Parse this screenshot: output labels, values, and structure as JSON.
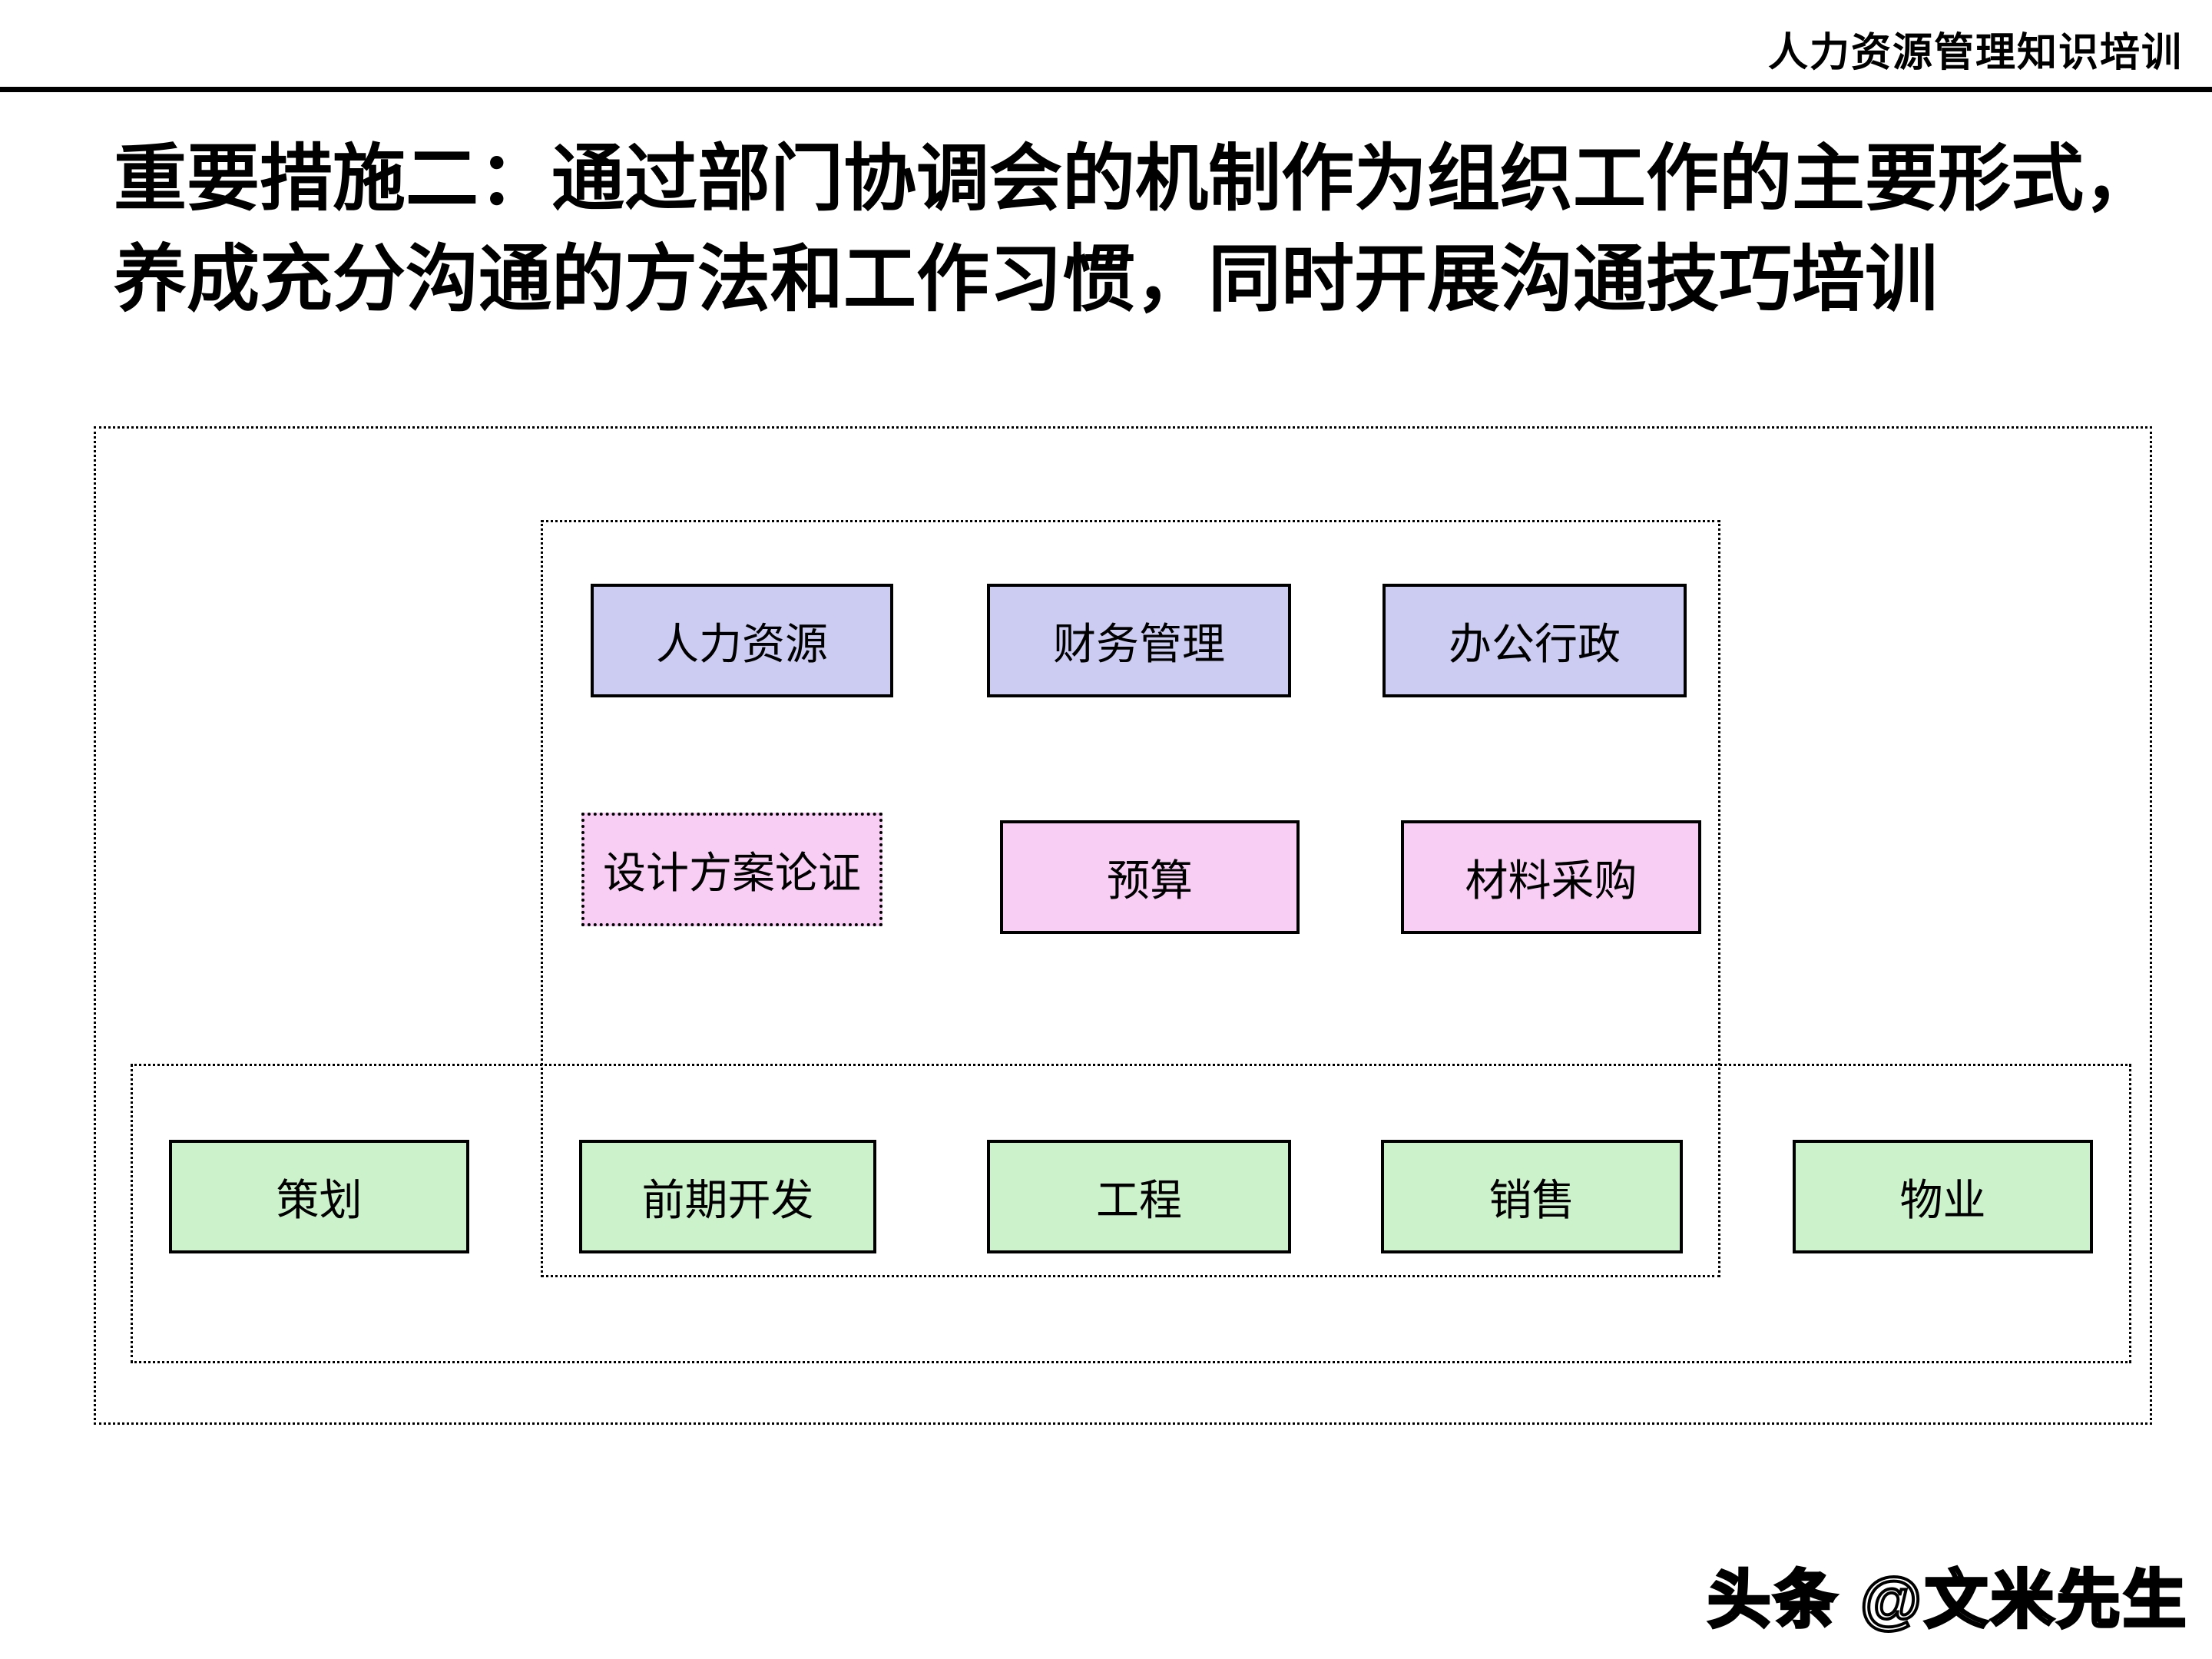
{
  "header": {
    "title": "人力资源管理知识培训"
  },
  "slide_title": {
    "line1": "重要措施二：通过部门协调会的机制作为组织工作的主要形式，",
    "line2": "养成充分沟通的方法和工作习惯，同时开展沟通技巧培训"
  },
  "diagram": {
    "functional_departments": [
      "人力资源",
      "财务管理",
      "办公行政"
    ],
    "coordination_topics": [
      "设计方案论证",
      "预算",
      "材料采购"
    ],
    "business_departments": [
      "策划",
      "前期开发",
      "工程",
      "销售",
      "物业"
    ]
  },
  "watermark": {
    "text": "头条 @文米先生"
  },
  "colors": {
    "lavender": "#ccccf2",
    "pink": "#f8cef5",
    "green": "#ccf2cc",
    "border": "#000000"
  }
}
